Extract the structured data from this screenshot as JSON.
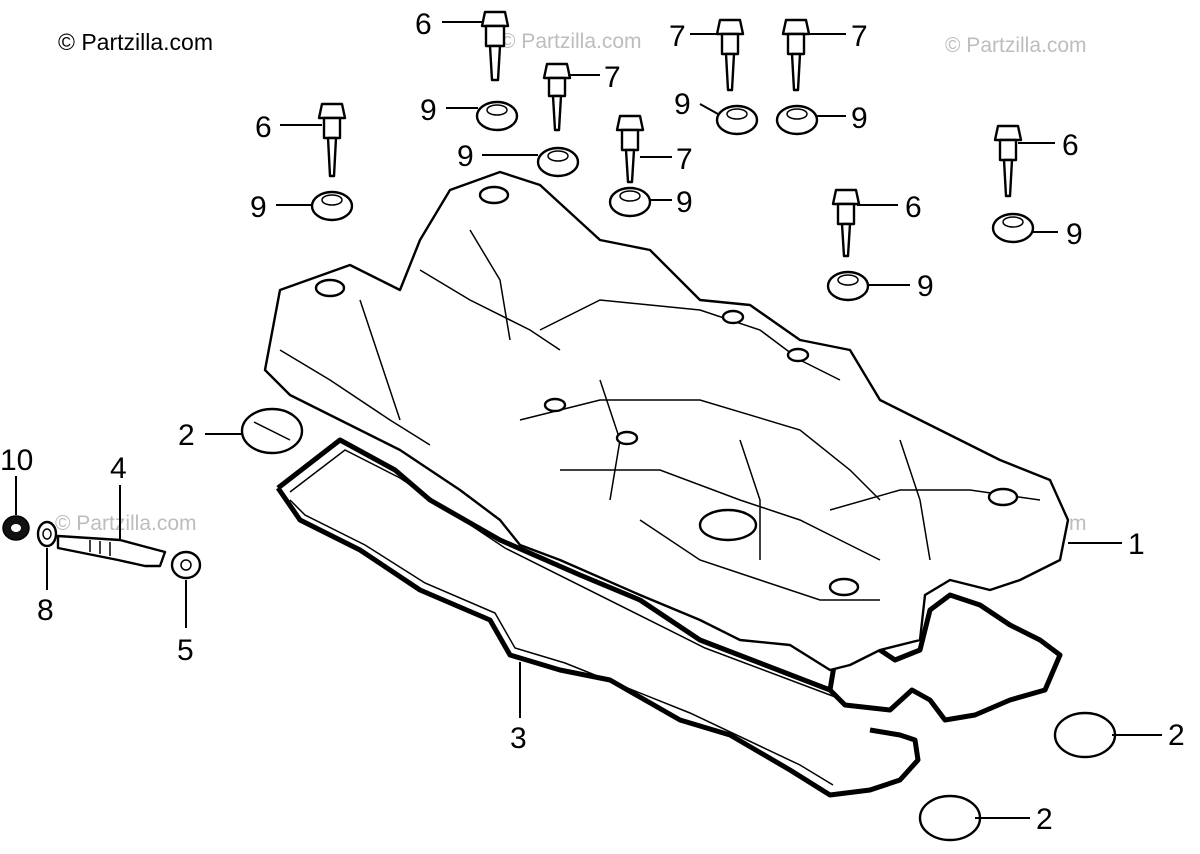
{
  "watermarks": {
    "main": "© Partzilla.com",
    "faint": "© Partzilla.com"
  },
  "callouts": {
    "c1": "1",
    "c2a": "2",
    "c2b": "2",
    "c2c": "2",
    "c3": "3",
    "c4": "4",
    "c5": "5",
    "c6a": "6",
    "c6b": "6",
    "c6c": "6",
    "c6d": "6",
    "c7a": "7",
    "c7b": "7",
    "c7c": "7",
    "c7d": "7",
    "c8": "8",
    "c9a": "9",
    "c9b": "9",
    "c9c": "9",
    "c9d": "9",
    "c9e": "9",
    "c9f": "9",
    "c9g": "9",
    "c9h": "9",
    "c10": "10"
  }
}
